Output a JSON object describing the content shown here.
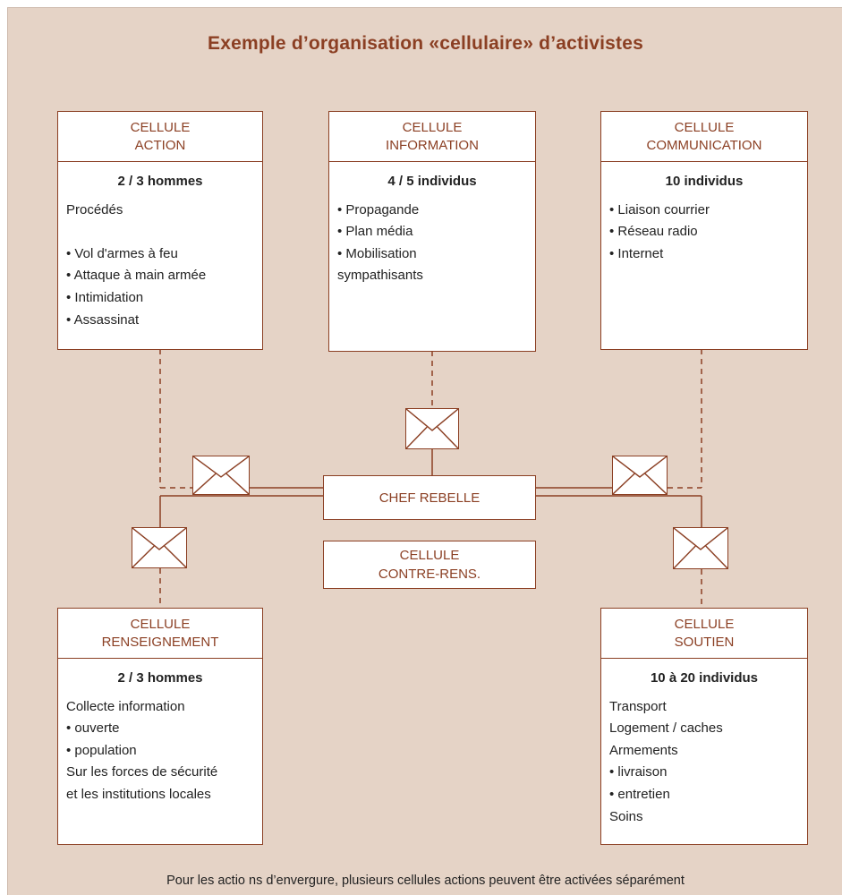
{
  "title": "Exemple d’organisation «cellulaire» d’activistes",
  "cells": {
    "action": {
      "heading": [
        "CELLULE",
        "ACTION"
      ],
      "count": "2 / 3 hommes",
      "lines": [
        "Procédés",
        "",
        "• Vol d'armes à feu",
        "• Attaque à main armée",
        "• Intimidation",
        "• Assassinat"
      ]
    },
    "information": {
      "heading": [
        "CELLULE",
        "INFORMATION"
      ],
      "count": "4 / 5 individus",
      "lines": [
        "• Propagande",
        "• Plan média",
        "• Mobilisation",
        "sympathisants"
      ]
    },
    "communication": {
      "heading": [
        "CELLULE",
        "COMMUNICATION"
      ],
      "count": "10 individus",
      "lines": [
        "• Liaison courrier",
        "• Réseau radio",
        "• Internet"
      ]
    },
    "renseignement": {
      "heading": [
        "CELLULE",
        "RENSEIGNEMENT"
      ],
      "count": "2 / 3 hommes",
      "lines": [
        "Collecte information",
        "• ouverte",
        "• population",
        "Sur les forces de sécurité",
        "et les institutions locales"
      ]
    },
    "soutien": {
      "heading": [
        "CELLULE",
        "SOUTIEN"
      ],
      "count": "10 à 20 individus",
      "lines": [
        "Transport",
        "Logement / caches",
        "Armements",
        "• livraison",
        "• entretien",
        "Soins"
      ]
    }
  },
  "chef": "CHEF REBELLE",
  "contre": [
    "CELLULE",
    "CONTRE-RENS."
  ],
  "footnote": "Pour les actio ns d’envergure, plusieurs cellules actions peuvent être activées séparément",
  "colors": {
    "accent": "#8b3f23",
    "background": "#e5d3c6",
    "box": "#ffffff",
    "text": "#222222"
  },
  "icons": {
    "messenger": "envelope-icon"
  }
}
